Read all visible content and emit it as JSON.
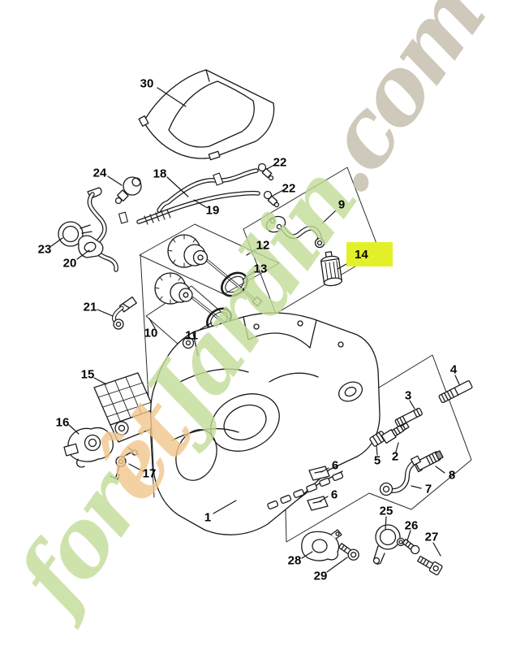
{
  "watermark": {
    "part1": "for",
    "part2": "êt",
    "part3": "Jardin",
    "suffix": ".com",
    "green": "#c3dd98",
    "orange": "#f2c68c",
    "grey": "#c4bcab"
  },
  "highlight": {
    "part": "14",
    "color": "#e3f029"
  },
  "labels": [
    {
      "text": "30"
    },
    {
      "text": "24"
    },
    {
      "text": "18"
    },
    {
      "text": "22"
    },
    {
      "text": "22"
    },
    {
      "text": "19"
    },
    {
      "text": "23"
    },
    {
      "text": "20"
    },
    {
      "text": "21"
    },
    {
      "text": "9"
    },
    {
      "text": "14"
    },
    {
      "text": "12"
    },
    {
      "text": "13"
    },
    {
      "text": "10"
    },
    {
      "text": "11"
    },
    {
      "text": "15"
    },
    {
      "text": "16"
    },
    {
      "text": "17"
    },
    {
      "text": "1"
    },
    {
      "text": "6"
    },
    {
      "text": "6"
    },
    {
      "text": "5"
    },
    {
      "text": "2"
    },
    {
      "text": "3"
    },
    {
      "text": "4"
    },
    {
      "text": "7"
    },
    {
      "text": "8"
    },
    {
      "text": "25"
    },
    {
      "text": "26"
    },
    {
      "text": "27"
    },
    {
      "text": "28"
    },
    {
      "text": "29"
    }
  ]
}
